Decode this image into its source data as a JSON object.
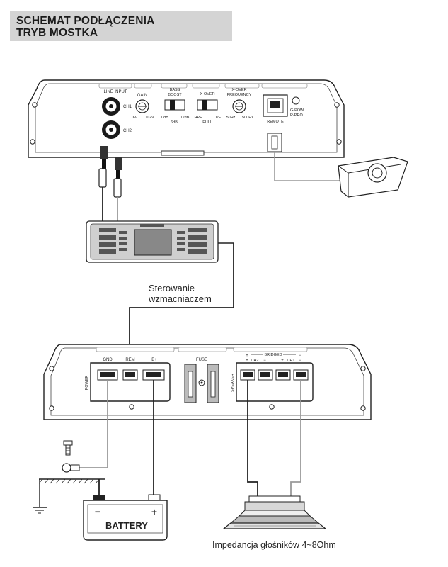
{
  "header": {
    "line1": "SCHEMAT PODŁĄCZENIA",
    "line2": "TRYB MOSTKA"
  },
  "amp_top": {
    "line_input": "LINE INPUT",
    "ch1": "CH1",
    "ch2": "CH2",
    "gain": "GAIN",
    "gain_min": "6V",
    "gain_max": "0.2V",
    "bass": "BASS",
    "boost": "BOOST",
    "bass_0": "0dB",
    "bass_6": "6dB",
    "bass_12": "12dB",
    "xover": "X-OVER",
    "hpf": "HPF",
    "full": "FULL",
    "lpf": "LPF",
    "xover_freq1": "X-OVER",
    "xover_freq2": "FREQUENCY",
    "freq_min": "50Hz",
    "freq_max": "500Hz",
    "remote": "REMOTE",
    "gpow": "G-POW",
    "rpro": "R-PRO"
  },
  "control_label": {
    "line1": "Sterowanie",
    "line2": "wzmacniaczem"
  },
  "amp_bottom": {
    "gnd": "GND",
    "rem": "REM",
    "bplus": "B+",
    "power": "POWER",
    "fuse": "FUSE",
    "speaker": "SPEAKER",
    "bridged": "BRIDGED",
    "plus": "+",
    "minus": "−",
    "ch2": "CH2",
    "ch1": "CH1"
  },
  "battery": {
    "label": "BATTERY",
    "minus": "−",
    "plus": "+"
  },
  "impedance": "Impedancja głośników 4~8Ohm"
}
